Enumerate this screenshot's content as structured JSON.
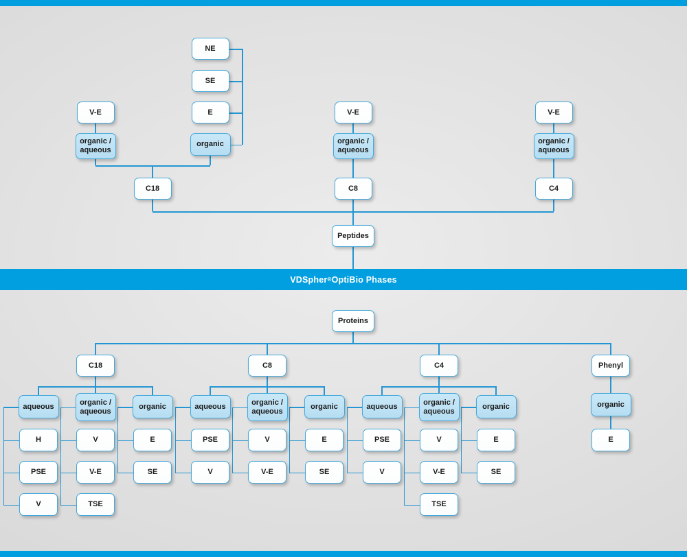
{
  "banner": {
    "text_pre": "VDSpher",
    "text_sup": "®",
    "text_post": " OptiBio Phases"
  },
  "colors": {
    "accent": "#029fe0",
    "connector": "#2496d3",
    "box_border": "#45a8da",
    "box_blue_fill": "#bfe3f5",
    "box_white_fill": "#ffffff",
    "background": "#e3e3e3"
  },
  "peptides": {
    "root_label": "Peptides",
    "columns": [
      {
        "phase_label": "C18",
        "modes": [
          {
            "mode_label_line1": "organic /",
            "mode_label_line2": "aqueous",
            "type": "blue",
            "children": [
              "V-E"
            ]
          },
          {
            "mode_label_line1": "organic",
            "mode_label_line2": "",
            "type": "blue",
            "children": [
              "NE",
              "SE",
              "E"
            ]
          }
        ]
      },
      {
        "phase_label": "C8",
        "modes": [
          {
            "mode_label_line1": "organic /",
            "mode_label_line2": "aqueous",
            "type": "blue",
            "children": [
              "V-E"
            ]
          }
        ]
      },
      {
        "phase_label": "C4",
        "modes": [
          {
            "mode_label_line1": "organic /",
            "mode_label_line2": "aqueous",
            "type": "blue",
            "children": [
              "V-E"
            ]
          }
        ]
      }
    ]
  },
  "proteins": {
    "root_label": "Proteins",
    "columns": [
      {
        "phase_label": "C18",
        "modes": [
          {
            "mode_label_line1": "aqueous",
            "mode_label_line2": "",
            "children": [
              "H",
              "PSE",
              "V"
            ]
          },
          {
            "mode_label_line1": "organic /",
            "mode_label_line2": "aqueous",
            "children": [
              "V",
              "V-E",
              "TSE"
            ]
          },
          {
            "mode_label_line1": "organic",
            "mode_label_line2": "",
            "children": [
              "E",
              "SE"
            ]
          }
        ]
      },
      {
        "phase_label": "C8",
        "modes": [
          {
            "mode_label_line1": "aqueous",
            "mode_label_line2": "",
            "children": [
              "PSE",
              "V"
            ]
          },
          {
            "mode_label_line1": "organic /",
            "mode_label_line2": "aqueous",
            "children": [
              "V",
              "V-E"
            ]
          },
          {
            "mode_label_line1": "organic",
            "mode_label_line2": "",
            "children": [
              "E",
              "SE"
            ]
          }
        ]
      },
      {
        "phase_label": "C4",
        "modes": [
          {
            "mode_label_line1": "aqueous",
            "mode_label_line2": "",
            "children": [
              "PSE",
              "V"
            ]
          },
          {
            "mode_label_line1": "organic /",
            "mode_label_line2": "aqueous",
            "children": [
              "V",
              "V-E",
              "TSE"
            ]
          },
          {
            "mode_label_line1": "organic",
            "mode_label_line2": "",
            "children": [
              "E",
              "SE"
            ]
          }
        ]
      },
      {
        "phase_label": "Phenyl",
        "modes": [
          {
            "mode_label_line1": "organic",
            "mode_label_line2": "",
            "children": [
              "E"
            ]
          }
        ]
      }
    ]
  }
}
